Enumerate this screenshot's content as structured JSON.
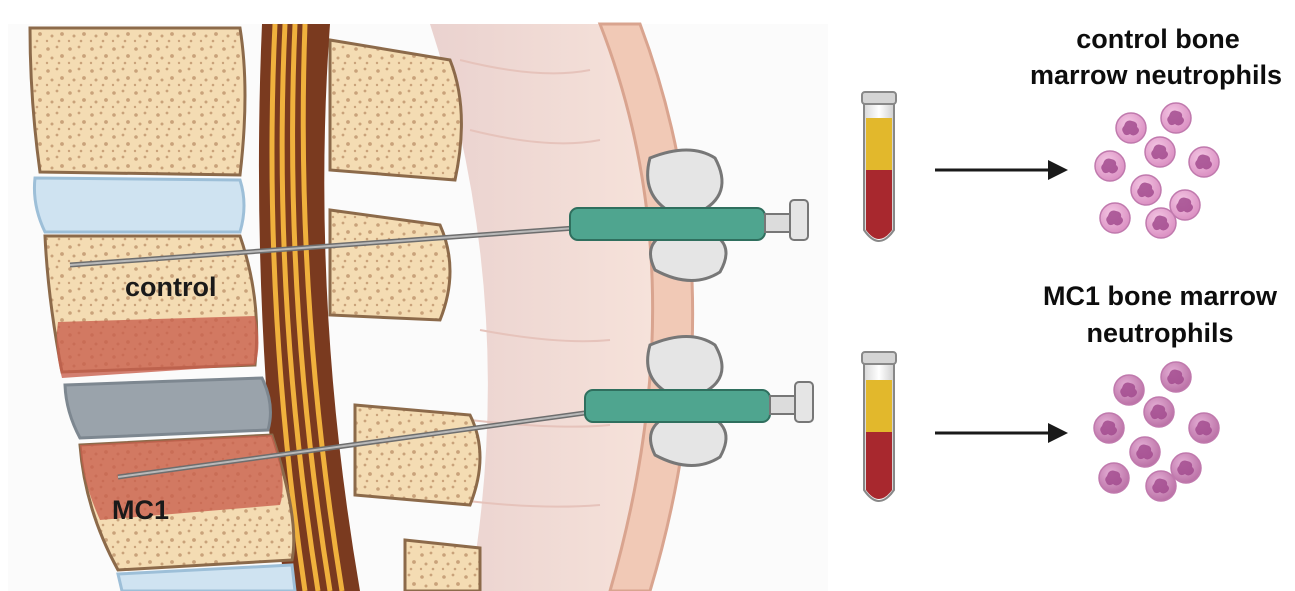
{
  "labels": {
    "control_vertebra": "control",
    "mc1_vertebra": "MC1"
  },
  "results": {
    "control": {
      "title_line1": "control bone",
      "title_line2": "marrow neutrophils"
    },
    "mc1": {
      "title_line1": "MC1 bone marrow",
      "title_line2": "neutrophils"
    }
  },
  "colors": {
    "bone": "#f4dcb3",
    "bone_speckle": "#c9a27a",
    "disc": "#cfe3f1",
    "modic_lesion": "#c9604d",
    "degenerated_disc": "#9aa3ab",
    "ligament": "#7a3a1f",
    "nerve": "#e9a83a",
    "soft_tissue": "#f3d9d1",
    "syringe_body": "#4fa58f",
    "syringe_handle": "#c8c8c8",
    "plasma": "#e2b82c",
    "blood": "#a8282e",
    "neutrophil": "#e6a3cf",
    "neutrophil_mc1": "#c97fb4",
    "nucleus": "#a24b8e"
  }
}
